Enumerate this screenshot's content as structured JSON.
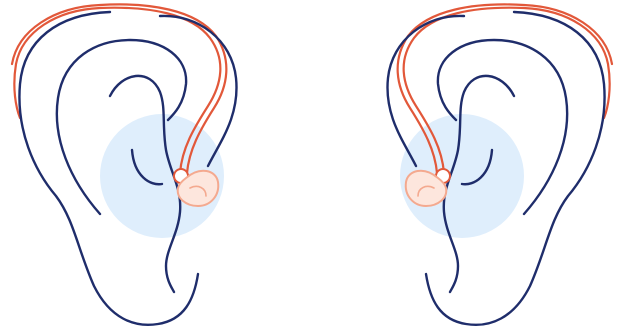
{
  "colors": {
    "ear_outline": "#1f2d6b",
    "wire": "#e2583a",
    "earpiece": "#f4a98f",
    "earpiece_fill": "#fde6dd",
    "canal_glow": "#dfeefc",
    "background": "#ffffff"
  },
  "figures": [
    {
      "name": "left-ear-with-hearing-aid",
      "side": "left"
    },
    {
      "name": "right-ear-with-hearing-aid",
      "side": "right"
    }
  ]
}
